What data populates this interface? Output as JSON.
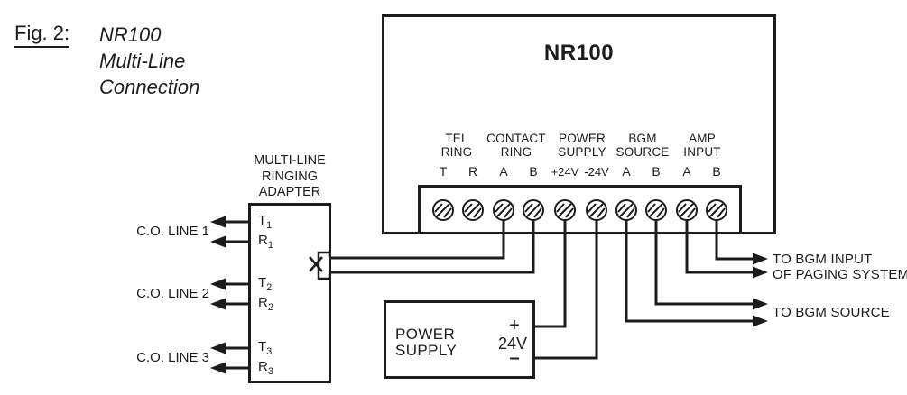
{
  "figure": {
    "label": "Fig. 2:",
    "title_line1": "NR100",
    "title_line2": "Multi-Line",
    "title_line3": "Connection"
  },
  "nr100": {
    "title": "NR100",
    "groups": [
      {
        "line1": "TEL",
        "line2": "RING"
      },
      {
        "line1": "CONTACT",
        "line2": "RING"
      },
      {
        "line1": "POWER",
        "line2": "SUPPLY"
      },
      {
        "line1": "BGM",
        "line2": "SOURCE"
      },
      {
        "line1": "AMP",
        "line2": "INPUT"
      }
    ],
    "terminals": [
      "T",
      "R",
      "A",
      "B",
      "+24V",
      "-24V",
      "A",
      "B",
      "A",
      "B"
    ]
  },
  "adapter": {
    "heading_line1": "MULTI-LINE",
    "heading_line2": "RINGING",
    "heading_line3": "ADAPTER",
    "terminals": [
      {
        "letter": "T",
        "sub": "1"
      },
      {
        "letter": "R",
        "sub": "1"
      },
      {
        "letter": "T",
        "sub": "2"
      },
      {
        "letter": "R",
        "sub": "2"
      },
      {
        "letter": "T",
        "sub": "3"
      },
      {
        "letter": "R",
        "sub": "3"
      }
    ],
    "co_lines": [
      "C.O. LINE 1",
      "C.O. LINE 2",
      "C.O. LINE 3"
    ]
  },
  "power_supply": {
    "line1": "POWER",
    "line2": "SUPPLY",
    "plus": "+",
    "voltage": "24V",
    "minus": "–"
  },
  "outputs": {
    "bgm_input": "TO BGM INPUT",
    "paging": "OF PAGING SYSTEM",
    "bgm_source": "TO BGM SOURCE"
  },
  "colors": {
    "ink": "#1c1c1c",
    "background": "#ffffff"
  }
}
